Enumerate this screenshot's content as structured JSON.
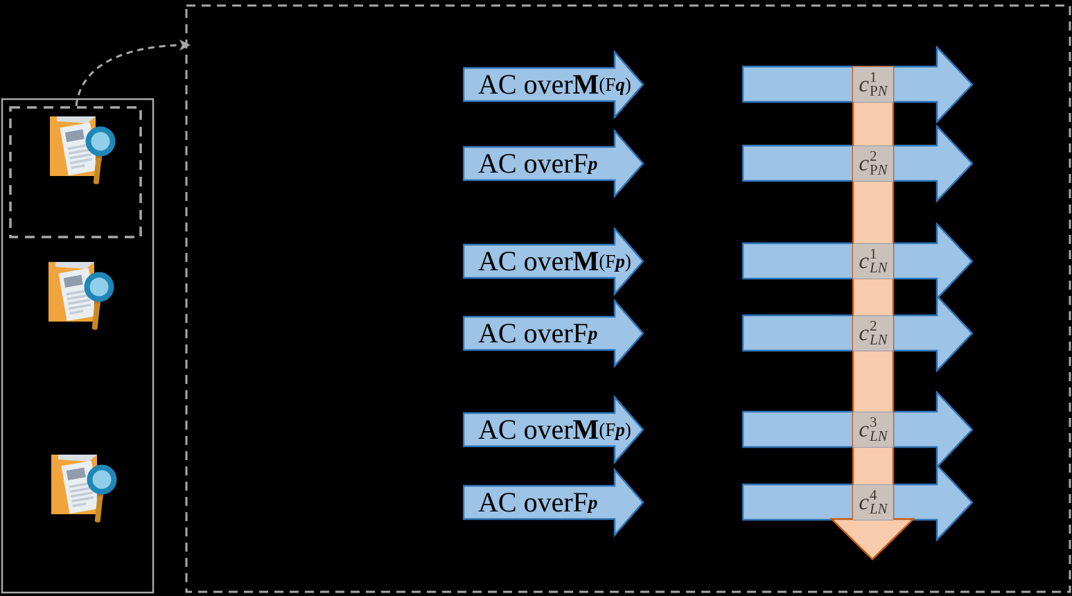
{
  "diagram": {
    "source_panel": {
      "items": [
        {
          "icon": "folder-document-search-icon",
          "highlighted": true
        },
        {
          "icon": "folder-document-search-icon",
          "highlighted": false
        },
        {
          "icon": "folder-document-search-icon",
          "highlighted": false
        }
      ]
    },
    "rows": [
      {
        "label": {
          "prefix": "AC over ",
          "sym": "M",
          "sub_open": "(F",
          "sub_var": "q",
          "sub_close": ")"
        },
        "tag": {
          "base": "c",
          "sup": "1",
          "sub_upright": "P",
          "sub_italic": "N"
        }
      },
      {
        "label": {
          "prefix": "AC over ",
          "sym": "F",
          "sub_open": "",
          "sub_var": "p",
          "sub_close": ""
        },
        "tag": {
          "base": "c",
          "sup": "2",
          "sub_upright": "P",
          "sub_italic": "N"
        }
      },
      {
        "label": {
          "prefix": "AC over ",
          "sym": "M",
          "sub_open": "(F",
          "sub_var": "p",
          "sub_close": ")"
        },
        "tag": {
          "base": "c",
          "sup": "1",
          "sub_upright": "",
          "sub_italic": "LN"
        }
      },
      {
        "label": {
          "prefix": "AC over ",
          "sym": "F",
          "sub_open": "",
          "sub_var": "p",
          "sub_close": ""
        },
        "tag": {
          "base": "c",
          "sup": "2",
          "sub_upright": "",
          "sub_italic": "LN"
        }
      },
      {
        "label": {
          "prefix": "AC over ",
          "sym": "M",
          "sub_open": "(F",
          "sub_var": "p",
          "sub_close": ")"
        },
        "tag": {
          "base": "c",
          "sup": "3",
          "sub_upright": "",
          "sub_italic": "LN"
        }
      },
      {
        "label": {
          "prefix": "AC over ",
          "sym": "F",
          "sub_open": "",
          "sub_var": "p",
          "sub_close": ""
        },
        "tag": {
          "base": "c",
          "sup": "4",
          "sub_upright": "",
          "sub_italic": "LN"
        }
      }
    ],
    "icons": {
      "flow": "right-arrow-icon",
      "aggregate": "down-arrow-icon",
      "link": "curved-dashed-arrow-icon"
    },
    "colors": {
      "arrow_fill": "#9DC3E6",
      "arrow_stroke": "#2E75B6",
      "band_fill": "#F8CBAD",
      "band_stroke": "#C55A11",
      "tag_fill": "#CBC1BB",
      "tag_text": "#3F3833",
      "dash_gray": "#A9A9A9"
    }
  }
}
